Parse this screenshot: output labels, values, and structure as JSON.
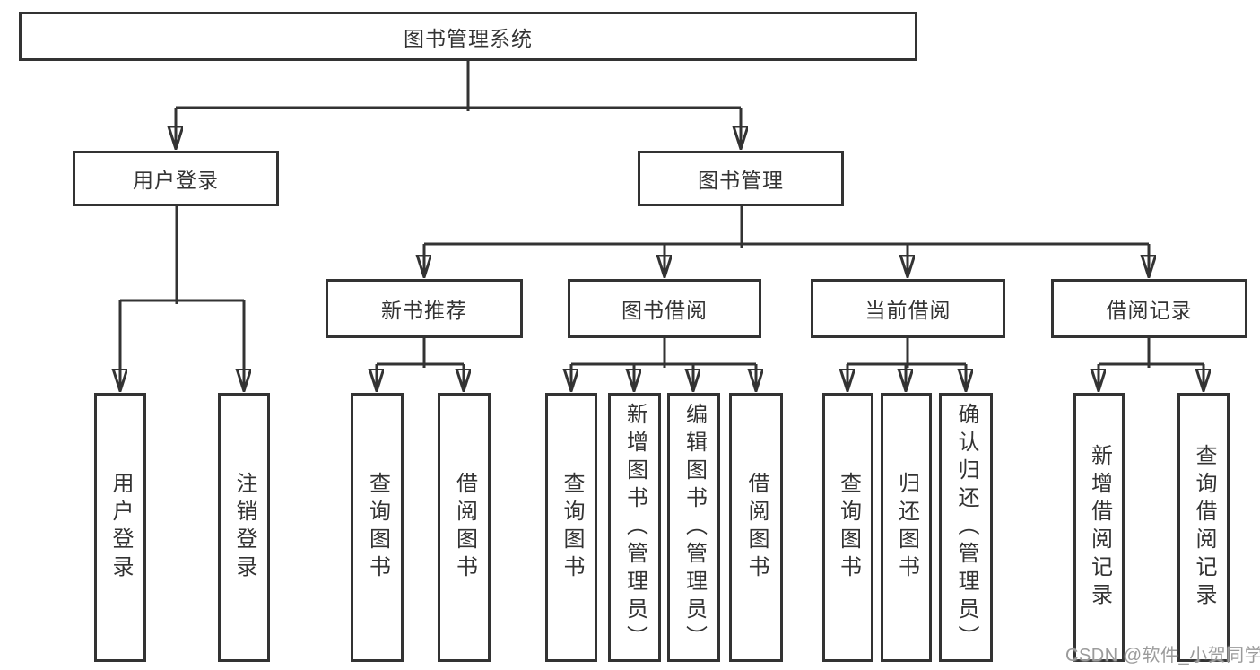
{
  "diagram": {
    "title": "图书管理系统",
    "branches": [
      {
        "label": "用户登录",
        "children": [
          {
            "label": "用户登录"
          },
          {
            "label": "注销登录"
          }
        ]
      },
      {
        "label": "图书管理",
        "children": [
          {
            "label": "新书推荐",
            "children": [
              {
                "label": "查询图书"
              },
              {
                "label": "借阅图书"
              }
            ]
          },
          {
            "label": "图书借阅",
            "children": [
              {
                "label": "查询图书"
              },
              {
                "label": "新增图书（管理员）"
              },
              {
                "label": "编辑图书（管理员）"
              },
              {
                "label": "借阅图书"
              }
            ]
          },
          {
            "label": "当前借阅",
            "children": [
              {
                "label": "查询图书"
              },
              {
                "label": "归还图书"
              },
              {
                "label": "确认归还（管理员）"
              }
            ]
          },
          {
            "label": "借阅记录",
            "children": [
              {
                "label": "新增借阅记录"
              },
              {
                "label": "查询借阅记录"
              }
            ]
          }
        ]
      }
    ]
  },
  "watermark": {
    "text": "CSDN @软件_小贺同学"
  },
  "colors": {
    "line": "#333333",
    "box_border": "#333333",
    "text": "#333333",
    "watermark": "#9b9b9b",
    "background": "#ffffff"
  }
}
